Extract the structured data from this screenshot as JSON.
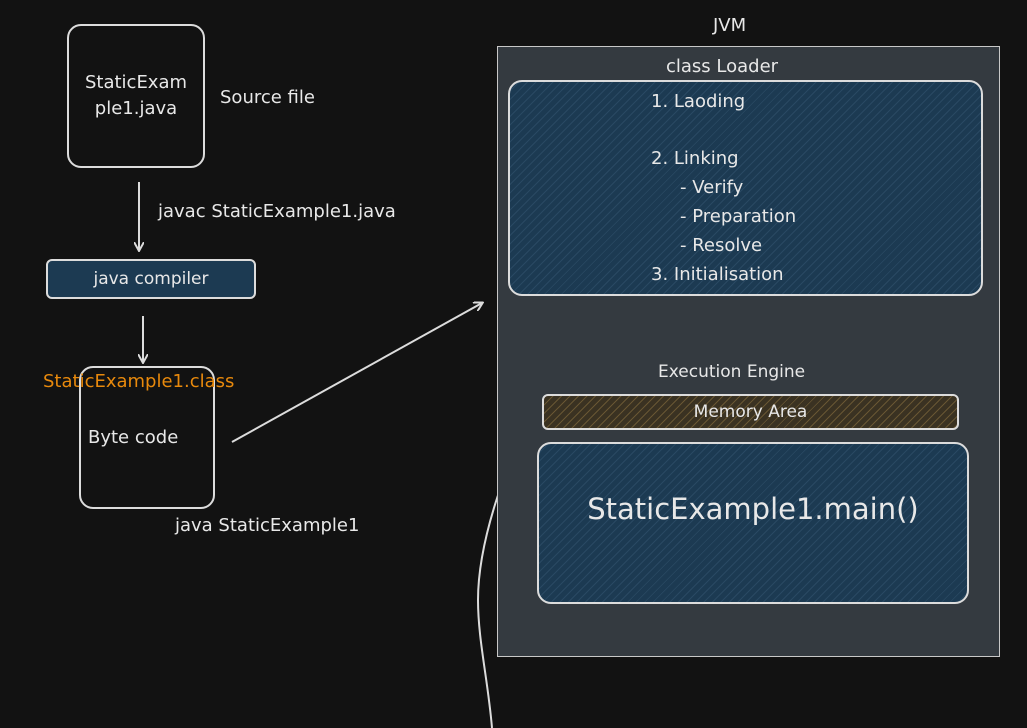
{
  "source_box": {
    "text_line1": "StaticExam",
    "text_line2": "ple1.java"
  },
  "source_label": "Source file",
  "javac_command": "javac StaticExample1.java",
  "compiler_label": "java compiler",
  "class_file_label": "StaticExample1.class",
  "byte_code_label": "Byte code",
  "run_command": "java StaticExample1",
  "jvm": {
    "title": "JVM",
    "class_loader_title": "class Loader",
    "steps": {
      "loading": "1. Laoding",
      "linking": "2. Linking",
      "verify": "- Verify",
      "preparation": "- Preparation",
      "resolve": "- Resolve",
      "initialisation": "3. Initialisation"
    },
    "execution_engine": "Execution Engine",
    "memory_area": "Memory Area",
    "main_call": "StaticExample1.main()"
  },
  "colors": {
    "background": "#121212",
    "jvm_panel": "#343a40",
    "block_blue": "#1c3a52",
    "memory_brown": "#3a3222",
    "class_file_text": "#e8890c",
    "stroke": "#dcdcdc"
  }
}
